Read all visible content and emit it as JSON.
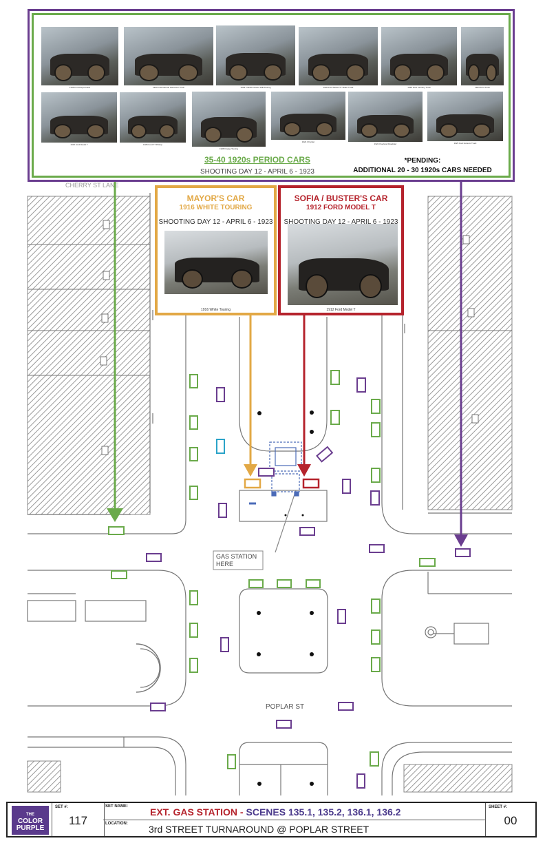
{
  "colors": {
    "green": "#6aaa4a",
    "purple": "#6a3d8f",
    "gold": "#e2a845",
    "red": "#b5232c",
    "cyan": "#2aa3c8",
    "hatch": "#8e8e8e"
  },
  "top_panel": {
    "photo_captions": [
      "1915 Ford Depot Hack",
      "1920 International Harvester Truck",
      "1923 Franklin Model 10B Touring",
      "1920 Ford Model TT Stake Truck",
      "1925 Ford Laundry Truck",
      "1923 Ford Truck",
      "1916 Ford Model T",
      "1925 Ford TT Pickup",
      "1928 Dodge Touring",
      "1924 Chrysler",
      "1922 Overland Roadster",
      "1925 Ford Holsum Truck"
    ],
    "heading": "35-40 1920s PERIOD CARS",
    "sub": "SHOOTING DAY 12 - APRIL 6 - 1923",
    "pending_1": "*PENDING:",
    "pending_2": "ADDITIONAL 20 - 30 1920s CARS NEEDED"
  },
  "mayor_box": {
    "title": "MAYOR'S CAR",
    "subtitle": "1916 WHITE TOURING",
    "shoot": "SHOOTING DAY 12 - APRIL 6 - 1923",
    "caption": "1916 White Touring"
  },
  "sofia_box": {
    "title": "SOFIA / BUSTER'S CAR",
    "subtitle": "1912 FORD MODEL T",
    "shoot": "SHOOTING DAY 12 - APRIL 6 - 1923",
    "caption": "1912 Ford Model T"
  },
  "plan": {
    "street_top": "CHERRY ST LANE",
    "street_bottom": "POPLAR ST",
    "gas_label_1": "GAS STATION",
    "gas_label_2": "HERE"
  },
  "title_block": {
    "logo_1": "THE",
    "logo_2": "COLOR",
    "logo_3": "PURPLE",
    "set_label": "SET #:",
    "set_number": "117",
    "set_name_label": "SET NAME:",
    "set_name": "EXT. GAS STATION",
    "set_sep": " - ",
    "scenes": "SCENES 135.1, 135.2, 136.1, 136.2",
    "location_label": "LOCATION:",
    "location": "3rd STREET TURNAROUND @ POPLAR STREET",
    "sheet_label": "SHEET #:",
    "sheet_number": "00"
  }
}
